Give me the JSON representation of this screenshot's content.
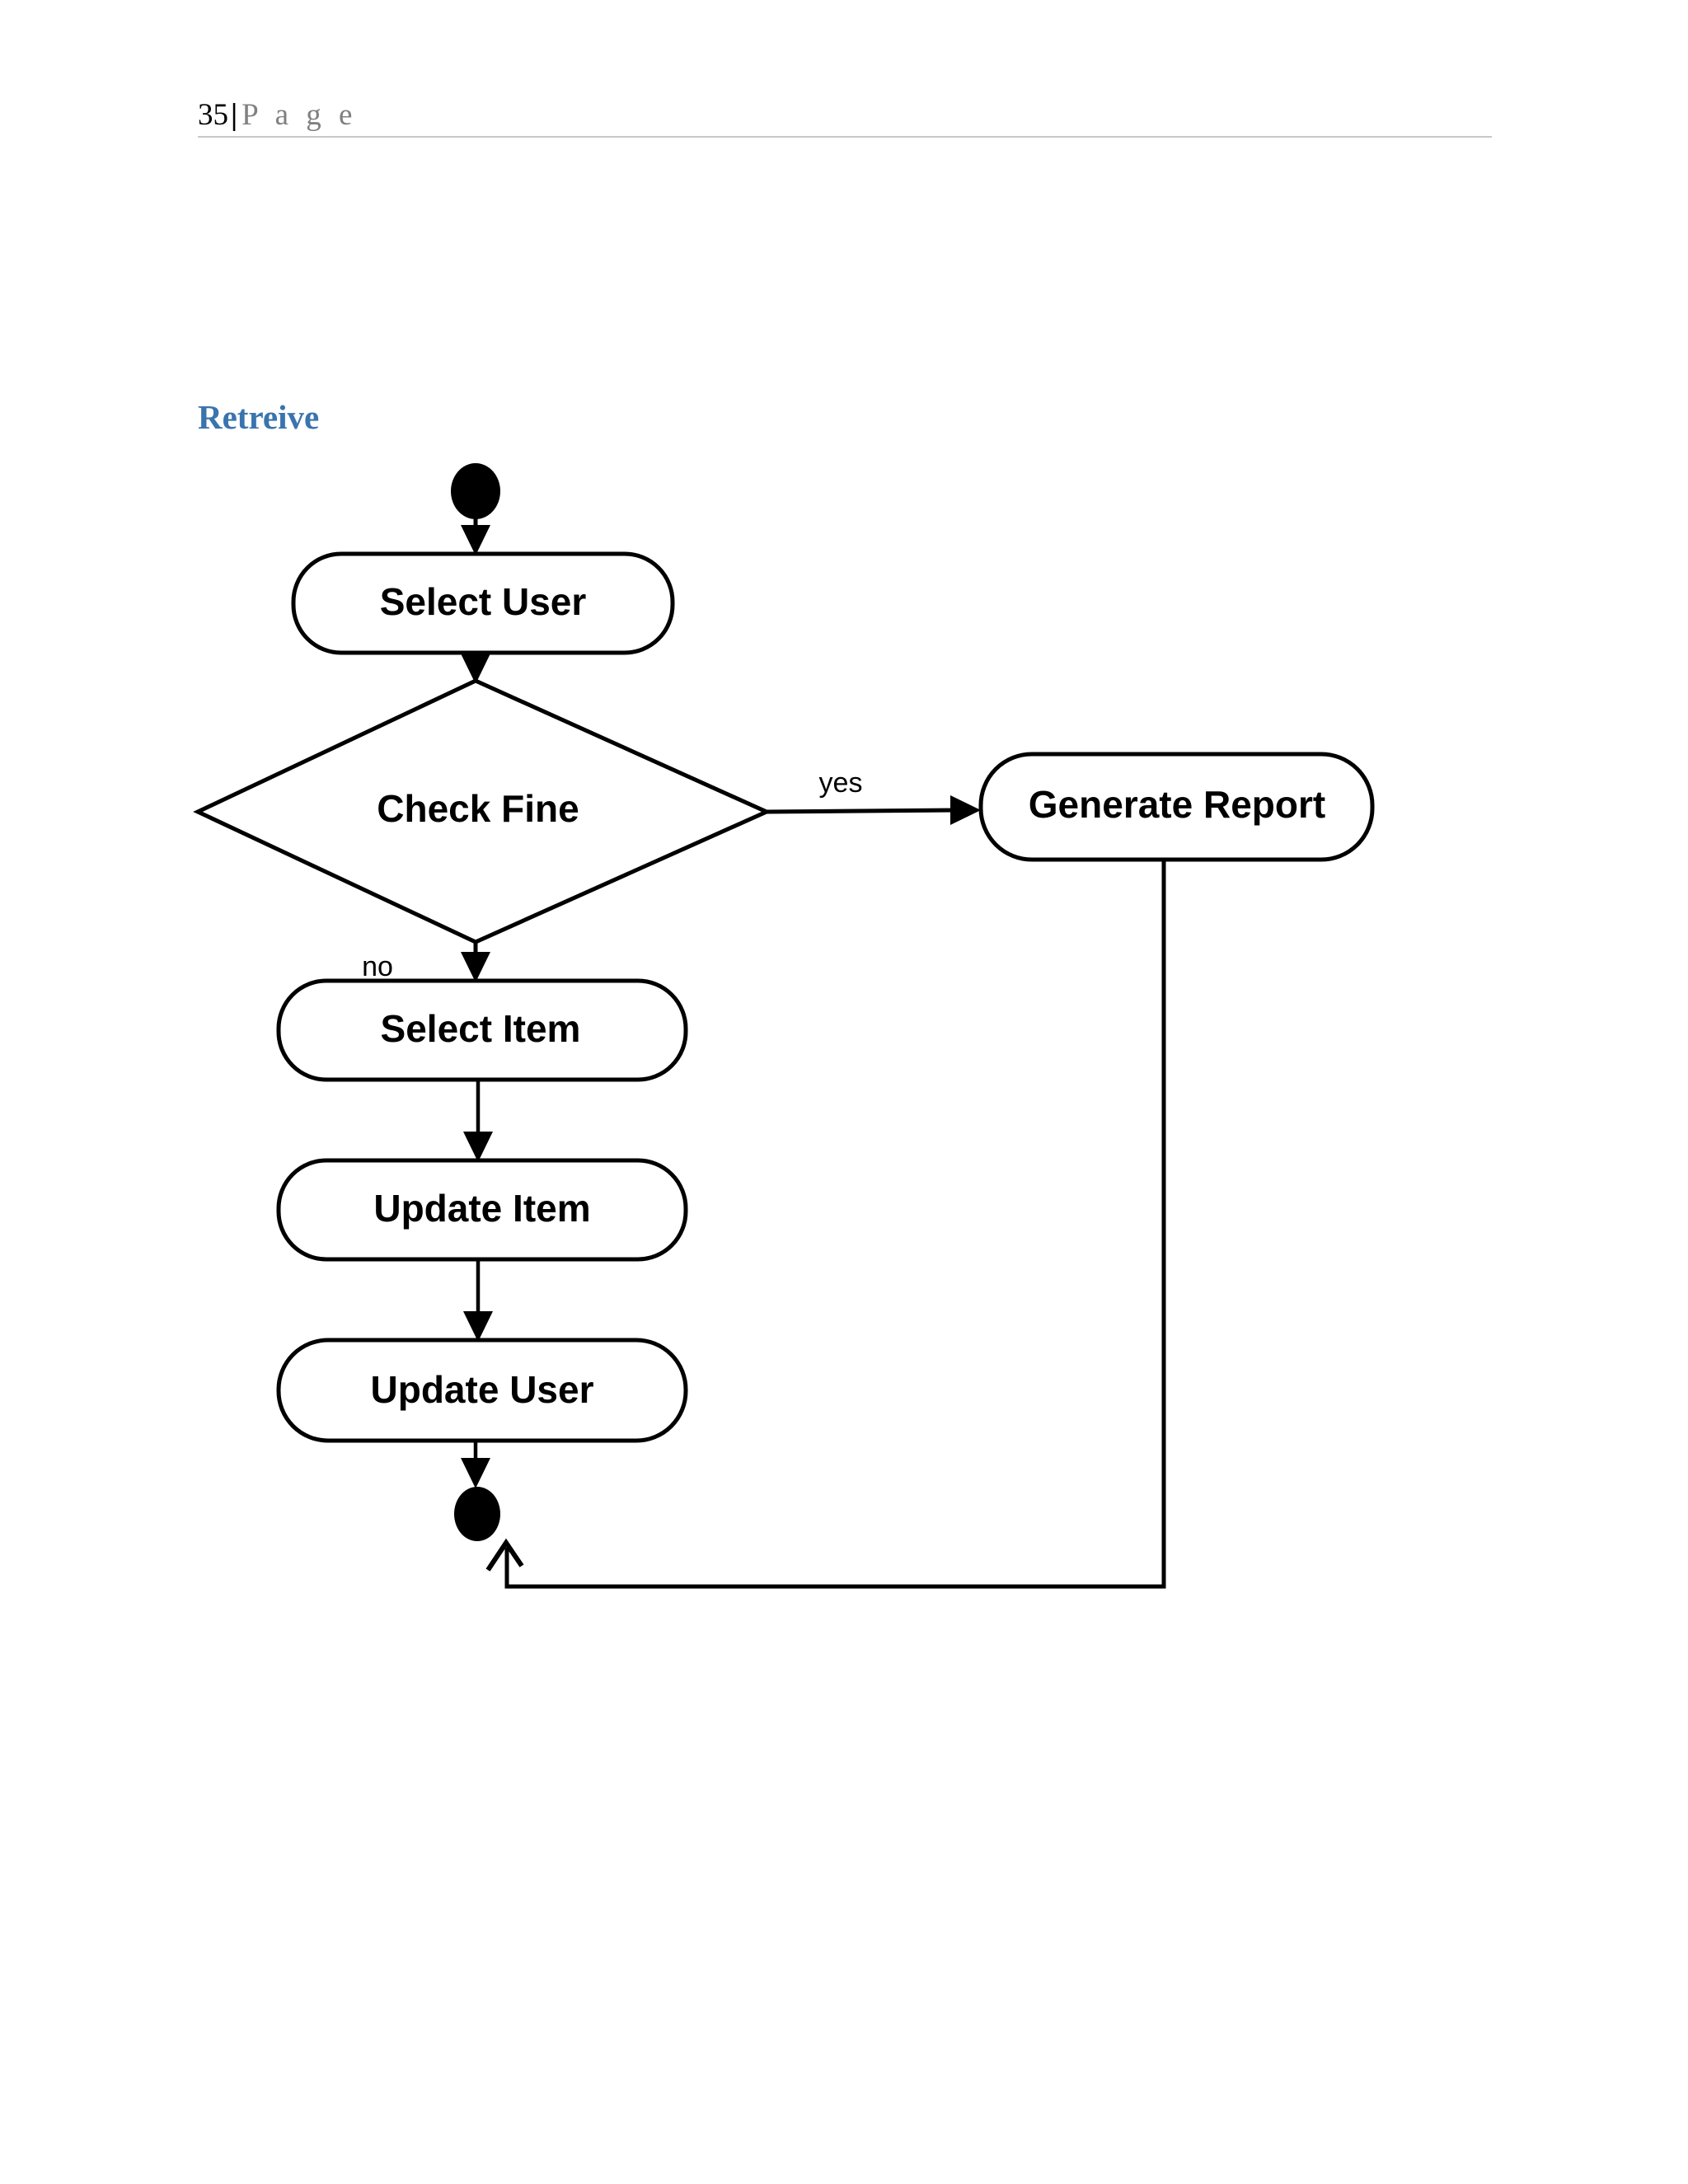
{
  "page_header": {
    "page_number": "35",
    "separator": "|",
    "page_word": "P a g e"
  },
  "section": {
    "heading": "Retreive",
    "heading_color": "#3A74AE"
  },
  "diagram": {
    "type": "uml-activity-diagram",
    "title": "Retreive",
    "nodes": [
      {
        "id": "start",
        "kind": "initial-node",
        "label": ""
      },
      {
        "id": "n1",
        "kind": "action",
        "label": "Select User"
      },
      {
        "id": "d1",
        "kind": "decision",
        "label": "Check Fine"
      },
      {
        "id": "n2",
        "kind": "action",
        "label": "Generate Report"
      },
      {
        "id": "n3",
        "kind": "action",
        "label": "Select Item"
      },
      {
        "id": "n4",
        "kind": "action",
        "label": "Update Item"
      },
      {
        "id": "n5",
        "kind": "action",
        "label": "Update User"
      },
      {
        "id": "end",
        "kind": "final-node",
        "label": ""
      }
    ],
    "edges": [
      {
        "from": "start",
        "to": "n1",
        "label": ""
      },
      {
        "from": "n1",
        "to": "d1",
        "label": ""
      },
      {
        "from": "d1",
        "to": "n2",
        "label": "yes"
      },
      {
        "from": "d1",
        "to": "n3",
        "label": "no"
      },
      {
        "from": "n3",
        "to": "n4",
        "label": ""
      },
      {
        "from": "n4",
        "to": "n5",
        "label": ""
      },
      {
        "from": "n5",
        "to": "end",
        "label": ""
      },
      {
        "from": "n2",
        "to": "end",
        "label": ""
      }
    ],
    "labels": {
      "select_user": "Select User",
      "check_fine": "Check Fine",
      "generate_report": "Generate Report",
      "select_item": "Select Item",
      "update_item": "Update Item",
      "update_user": "Update User",
      "yes": "yes",
      "no": "no"
    },
    "stroke_color": "#000000",
    "fill_color": "#ffffff"
  }
}
